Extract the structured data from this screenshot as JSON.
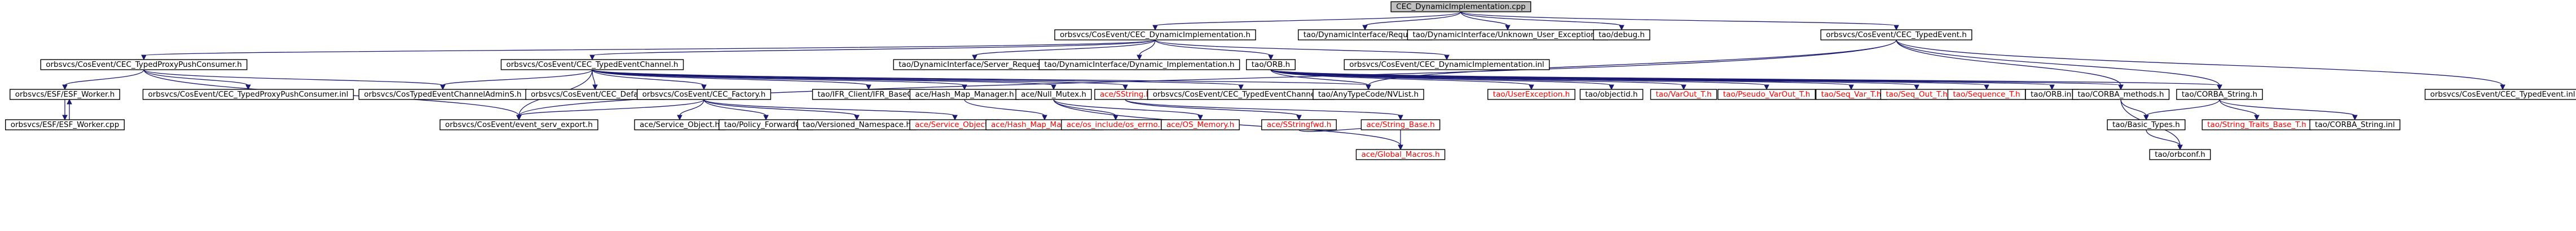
{
  "nodes": [
    {
      "id": "root",
      "label": "CEC_DynamicImplementation.cpp",
      "missing": false
    },
    {
      "id": "dynimpl_h",
      "label": "orbsvcs/CosEvent/CEC_DynamicImplementation.h",
      "missing": false
    },
    {
      "id": "request_h",
      "label": "tao/DynamicInterface/Request.h",
      "missing": false
    },
    {
      "id": "unk_user_exc_h",
      "label": "tao/DynamicInterface/Unknown_User_Exception.h",
      "missing": false
    },
    {
      "id": "debug_h",
      "label": "tao/debug.h",
      "missing": false
    },
    {
      "id": "typed_event_h",
      "label": "orbsvcs/CosEvent/CEC_TypedEvent.h",
      "missing": false
    },
    {
      "id": "typed_proxy_push_consumer_h",
      "label": "orbsvcs/CosEvent/CEC_TypedProxyPushConsumer.h",
      "missing": false
    },
    {
      "id": "typed_event_channel_h",
      "label": "orbsvcs/CosEvent/CEC_TypedEventChannel.h",
      "missing": false
    },
    {
      "id": "server_request_h",
      "label": "tao/DynamicInterface/Server_Request.h",
      "missing": false
    },
    {
      "id": "dynamic_implementation_h",
      "label": "tao/DynamicInterface/Dynamic_Implementation.h",
      "missing": false
    },
    {
      "id": "orb_h",
      "label": "tao/ORB.h",
      "missing": false
    },
    {
      "id": "dynimpl_inl",
      "label": "orbsvcs/CosEvent/CEC_DynamicImplementation.inl",
      "missing": false
    },
    {
      "id": "esf_worker_h",
      "label": "orbsvcs/ESF/ESF_Worker.h",
      "missing": false
    },
    {
      "id": "typed_proxy_push_consumer_inl",
      "label": "orbsvcs/CosEvent/CEC_TypedProxyPushConsumer.inl",
      "missing": false
    },
    {
      "id": "cos_typed_event_channel_admin_h",
      "label": "orbsvcs/CosTypedEventChannelAdminS.h",
      "missing": false
    },
    {
      "id": "cec_defaults_h",
      "label": "orbsvcs/CosEvent/CEC_Defaults.h",
      "missing": false
    },
    {
      "id": "cec_factory_h",
      "label": "orbsvcs/CosEvent/CEC_Factory.h",
      "missing": false
    },
    {
      "id": "ifr_client_h",
      "label": "tao/IFR_Client/IFR_BaseC.h",
      "missing": false
    },
    {
      "id": "hash_map_manager_h",
      "label": "ace/Hash_Map_Manager.h",
      "missing": false
    },
    {
      "id": "null_mutex_h",
      "label": "ace/Null_Mutex.h",
      "missing": false
    },
    {
      "id": "sstring_h",
      "label": "ace/SString.h",
      "missing": true
    },
    {
      "id": "typed_event_channel_inl",
      "label": "orbsvcs/CosEvent/CEC_TypedEventChannel.inl",
      "missing": false
    },
    {
      "id": "any_typecode_h",
      "label": "tao/AnyTypeCode/NVList.h",
      "missing": false
    },
    {
      "id": "user_exception_h",
      "label": "tao/UserException.h",
      "missing": true
    },
    {
      "id": "objectid_h",
      "label": "tao/objectid.h",
      "missing": false
    },
    {
      "id": "varout_t_h",
      "label": "tao/VarOut_T.h",
      "missing": true
    },
    {
      "id": "pseudo_varout_t_h",
      "label": "tao/Pseudo_VarOut_T.h",
      "missing": true
    },
    {
      "id": "seq_var_t_h",
      "label": "tao/Seq_Var_T.h",
      "missing": true
    },
    {
      "id": "seq_out_t_h",
      "label": "tao/Seq_Out_T.h",
      "missing": true
    },
    {
      "id": "sequence_t_h",
      "label": "tao/Sequence_T.h",
      "missing": true
    },
    {
      "id": "orb_inl",
      "label": "tao/ORB.inl",
      "missing": false
    },
    {
      "id": "corba_methods_h",
      "label": "tao/CORBA_methods.h",
      "missing": false
    },
    {
      "id": "corba_string_h",
      "label": "tao/CORBA_String.h",
      "missing": false
    },
    {
      "id": "typed_event_inl",
      "label": "orbsvcs/CosEvent/CEC_TypedEvent.inl",
      "missing": false
    },
    {
      "id": "esf_worker_cpp",
      "label": "orbsvcs/ESF/ESF_Worker.cpp",
      "missing": false
    },
    {
      "id": "event_serv_export_h",
      "label": "orbsvcs/CosEvent/event_serv_export.h",
      "missing": false
    },
    {
      "id": "service_object_h",
      "label": "ace/Service_Object.h",
      "missing": false
    },
    {
      "id": "policy_forward_h",
      "label": "tao/Policy_ForwardC.h",
      "missing": false
    },
    {
      "id": "versioned_namespace_h",
      "label": "tao/Versioned_Namespace.h",
      "missing": false
    },
    {
      "id": "service_object_red_h",
      "label": "ace/Service_Object.h",
      "missing": true
    },
    {
      "id": "hash_map_manager_t_h",
      "label": "ace/Hash_Map_Manager_T.h",
      "missing": true
    },
    {
      "id": "os_errno_h",
      "label": "ace/os_include/os_errno.h",
      "missing": true
    },
    {
      "id": "os_memory_h",
      "label": "ace/OS_Memory.h",
      "missing": true
    },
    {
      "id": "sstringfwd_h",
      "label": "ace/SStringfwd.h",
      "missing": true
    },
    {
      "id": "string_base_h",
      "label": "ace/String_Base.h",
      "missing": true
    },
    {
      "id": "global_macros_h",
      "label": "ace/Global_Macros.h",
      "missing": true
    },
    {
      "id": "basic_types_h",
      "label": "tao/Basic_Types.h",
      "missing": false
    },
    {
      "id": "string_traits_base_h",
      "label": "tao/String_Traits_Base_T.h",
      "missing": true
    },
    {
      "id": "corba_string_inl",
      "label": "tao/CORBA_String.inl",
      "missing": false
    },
    {
      "id": "orbconf_h",
      "label": "tao/orbconf.h",
      "missing": false
    }
  ],
  "edges": [
    [
      "root",
      "dynimpl_h"
    ],
    [
      "root",
      "request_h"
    ],
    [
      "root",
      "unk_user_exc_h"
    ],
    [
      "root",
      "debug_h"
    ],
    [
      "root",
      "typed_event_h"
    ],
    [
      "dynimpl_h",
      "typed_proxy_push_consumer_h"
    ],
    [
      "dynimpl_h",
      "typed_event_channel_h"
    ],
    [
      "dynimpl_h",
      "server_request_h"
    ],
    [
      "dynimpl_h",
      "dynamic_implementation_h"
    ],
    [
      "dynimpl_h",
      "orb_h"
    ],
    [
      "dynimpl_h",
      "dynimpl_inl"
    ],
    [
      "typed_proxy_push_consumer_h",
      "esf_worker_h"
    ],
    [
      "typed_proxy_push_consumer_h",
      "typed_proxy_push_consumer_inl"
    ],
    [
      "typed_proxy_push_consumer_h",
      "cos_typed_event_channel_admin_h"
    ],
    [
      "typed_proxy_push_consumer_h",
      "event_serv_export_h"
    ],
    [
      "esf_worker_h",
      "esf_worker_cpp"
    ],
    [
      "esf_worker_cpp",
      "esf_worker_h"
    ],
    [
      "typed_event_channel_h",
      "cos_typed_event_channel_admin_h"
    ],
    [
      "typed_event_channel_h",
      "cec_defaults_h"
    ],
    [
      "typed_event_channel_h",
      "cec_factory_h"
    ],
    [
      "typed_event_channel_h",
      "ifr_client_h"
    ],
    [
      "typed_event_channel_h",
      "hash_map_manager_h"
    ],
    [
      "typed_event_channel_h",
      "null_mutex_h"
    ],
    [
      "typed_event_channel_h",
      "sstring_h"
    ],
    [
      "typed_event_channel_h",
      "typed_event_channel_inl"
    ],
    [
      "typed_event_channel_h",
      "any_typecode_h"
    ],
    [
      "typed_event_channel_h",
      "event_serv_export_h"
    ],
    [
      "cec_factory_h",
      "event_serv_export_h"
    ],
    [
      "cec_factory_h",
      "service_object_h"
    ],
    [
      "cec_factory_h",
      "policy_forward_h"
    ],
    [
      "cec_factory_h",
      "versioned_namespace_h"
    ],
    [
      "cec_factory_h",
      "service_object_red_h"
    ],
    [
      "hash_map_manager_h",
      "hash_map_manager_t_h"
    ],
    [
      "null_mutex_h",
      "os_errno_h"
    ],
    [
      "null_mutex_h",
      "os_memory_h"
    ],
    [
      "null_mutex_h",
      "global_macros_h"
    ],
    [
      "sstring_h",
      "sstringfwd_h"
    ],
    [
      "sstring_h",
      "string_base_h"
    ],
    [
      "string_base_h",
      "global_macros_h"
    ],
    [
      "sstringfwd_h",
      "string_base_h"
    ],
    [
      "orb_h",
      "user_exception_h"
    ],
    [
      "orb_h",
      "objectid_h"
    ],
    [
      "orb_h",
      "varout_t_h"
    ],
    [
      "orb_h",
      "pseudo_varout_t_h"
    ],
    [
      "orb_h",
      "seq_var_t_h"
    ],
    [
      "orb_h",
      "seq_out_t_h"
    ],
    [
      "orb_h",
      "sequence_t_h"
    ],
    [
      "orb_h",
      "orb_inl"
    ],
    [
      "orb_h",
      "corba_methods_h"
    ],
    [
      "orb_h",
      "corba_string_h"
    ],
    [
      "orb_h",
      "any_typecode_h"
    ],
    [
      "typed_event_h",
      "any_typecode_h"
    ],
    [
      "typed_event_h",
      "typed_event_inl"
    ],
    [
      "typed_event_h",
      "corba_methods_h"
    ],
    [
      "typed_event_h",
      "corba_string_h"
    ],
    [
      "typed_event_h",
      "event_serv_export_h"
    ],
    [
      "corba_methods_h",
      "basic_types_h"
    ],
    [
      "corba_methods_h",
      "orbconf_h"
    ],
    [
      "corba_string_h",
      "basic_types_h"
    ],
    [
      "corba_string_h",
      "string_traits_base_h"
    ],
    [
      "corba_string_h",
      "corba_string_inl"
    ],
    [
      "basic_types_h",
      "orbconf_h"
    ]
  ]
}
